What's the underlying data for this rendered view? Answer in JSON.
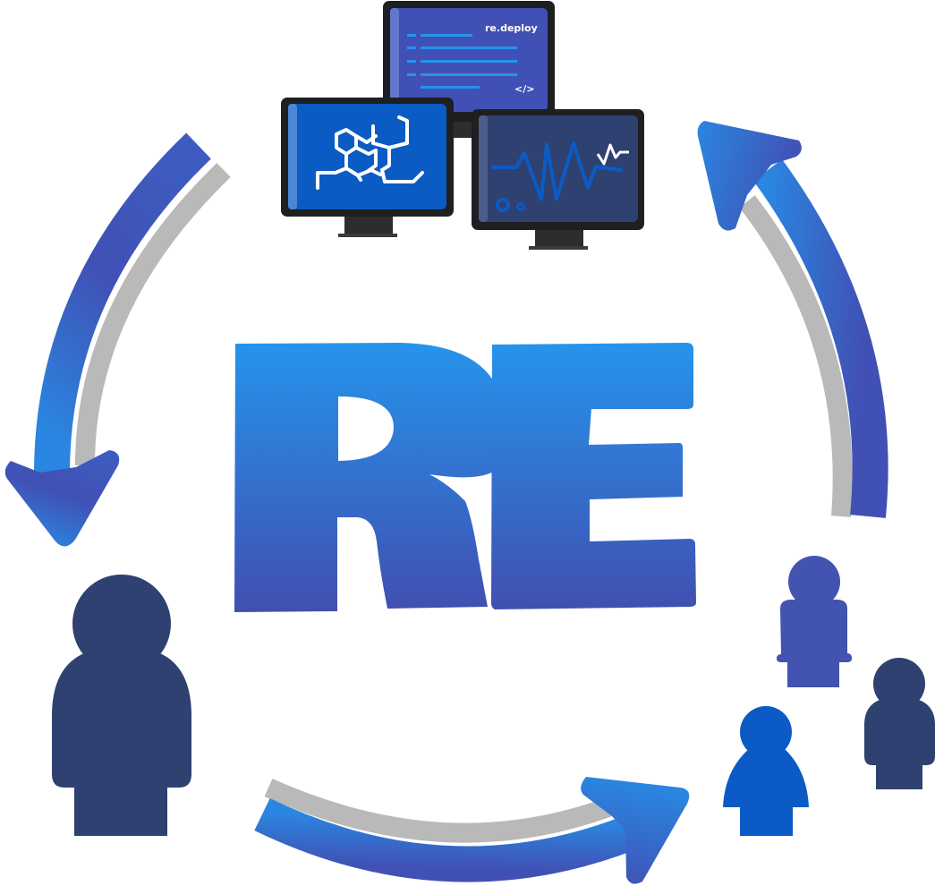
{
  "title": "RE",
  "colors": {
    "background": "#ffffff",
    "re_gradient_top": "#2594ec",
    "re_gradient_bottom": "#414fb0",
    "arrow_dark": "#4150b4",
    "arrow_light": "#2a86e0",
    "arrow_shadow": "#b9b9b9",
    "monitor_frame": "#1e1f21",
    "monitor_stand": "#2d2d2d",
    "person_navy": "#2e4170",
    "person_indigo": "#4253b0",
    "person_blue": "#0b5ac6"
  },
  "center_logo": {
    "text": "RE"
  },
  "monitors": [
    {
      "id": "deploy",
      "label": "re.deploy",
      "code_symbol": "</>",
      "screen_color": "#4050b5",
      "icon": "code-lines-icon"
    },
    {
      "id": "molecule",
      "screen_color": "#0b5bc4",
      "icon": "molecule-icon"
    },
    {
      "id": "waveform",
      "screen_color": "#2e4170",
      "icon": "waveform-icon"
    }
  ],
  "cycle_arrows": [
    {
      "id": "left",
      "direction": "down",
      "icon": "curved-arrow-down-icon"
    },
    {
      "id": "bottom",
      "direction": "right",
      "icon": "curved-arrow-right-icon"
    },
    {
      "id": "right",
      "direction": "up",
      "icon": "curved-arrow-up-icon"
    }
  ],
  "people": {
    "single": {
      "icon": "person-icon",
      "color": "#2e4170"
    },
    "group": [
      {
        "icon": "person-icon",
        "color": "#4253b0"
      },
      {
        "icon": "person-icon",
        "color": "#2e4170"
      },
      {
        "icon": "person-icon",
        "color": "#0b5ac6"
      }
    ]
  }
}
